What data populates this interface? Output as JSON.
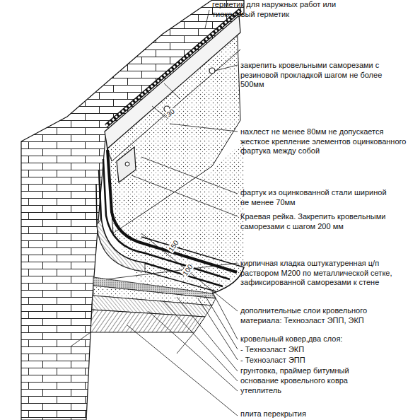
{
  "diagram": {
    "labels": [
      "герметик для наружных работ или тиоколовый герметик",
      "закрепить кровельными саморезами с резиновой прокладкой шагом не более 500мм",
      "30",
      "нахлест не менее 80мм не допускается жесткое крепление элементов оцинкованного фартука между собой",
      "фартук из оцинкованной стали шириной не менее 70мм",
      "Краевая рейка. Закрепить кровельными саморезами с шагом 200 мм",
      "150",
      "100",
      "кирпичная кладка оштукатуренная ц/п раствором М200 по металлической сетке, зафиксированной саморезами к стене",
      "дополнительные слои кровельного материала: Техноэласт ЭПП, ЭКП",
      "кровельный ковер,два слоя:",
      "- Техноэласт ЭКП",
      "- Техноэласт ЭПП",
      "грунтовка, праймер битумный",
      "основание кровельного ковра",
      "утеплитель",
      "плита перекрытия"
    ]
  }
}
